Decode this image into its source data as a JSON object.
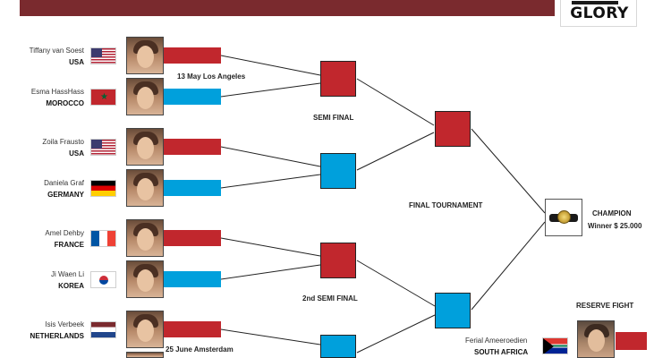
{
  "brand": {
    "logo_text": "GLORY",
    "colors": {
      "header": "#7a2a2e",
      "red_corner": "#c1272d",
      "blue_corner": "#00a0dc"
    }
  },
  "fighters": [
    {
      "name": "Tiffany van Soest",
      "country": "USA",
      "flag": "flag-usa-icon",
      "corner": "red"
    },
    {
      "name": "Esma HassHass",
      "country": "MOROCCO",
      "flag": "flag-morocco-icon",
      "corner": "blue"
    },
    {
      "name": "Zoila Frausto",
      "country": "USA",
      "flag": "flag-usa-icon",
      "corner": "red"
    },
    {
      "name": "Daniela Graf",
      "country": "GERMANY",
      "flag": "flag-germany-icon",
      "corner": "blue"
    },
    {
      "name": "Amel Dehby",
      "country": "FRANCE",
      "flag": "flag-france-icon",
      "corner": "red"
    },
    {
      "name": "Ji Waen Li",
      "country": "KOREA",
      "flag": "flag-korea-icon",
      "corner": "blue"
    },
    {
      "name": "Isis Verbeek",
      "country": "NETHERLANDS",
      "flag": "flag-netherlands-icon",
      "corner": "red"
    }
  ],
  "events": {
    "first": "13 May Los Angeles",
    "second": "25 June Amsterdam"
  },
  "rounds": {
    "semi_final": "SEMI FINAL",
    "second_semi_final": "2nd SEMI FINAL",
    "final_tournament": "FINAL TOURNAMENT"
  },
  "champion": {
    "title": "CHAMPION",
    "prize": "Winner $ 25.000",
    "icon": "championship-belt-icon"
  },
  "reserve": {
    "title": "RESERVE FIGHT",
    "name": "Ferial Ameeroedien",
    "country": "SOUTH AFRICA",
    "flag": "flag-south-africa-icon"
  }
}
